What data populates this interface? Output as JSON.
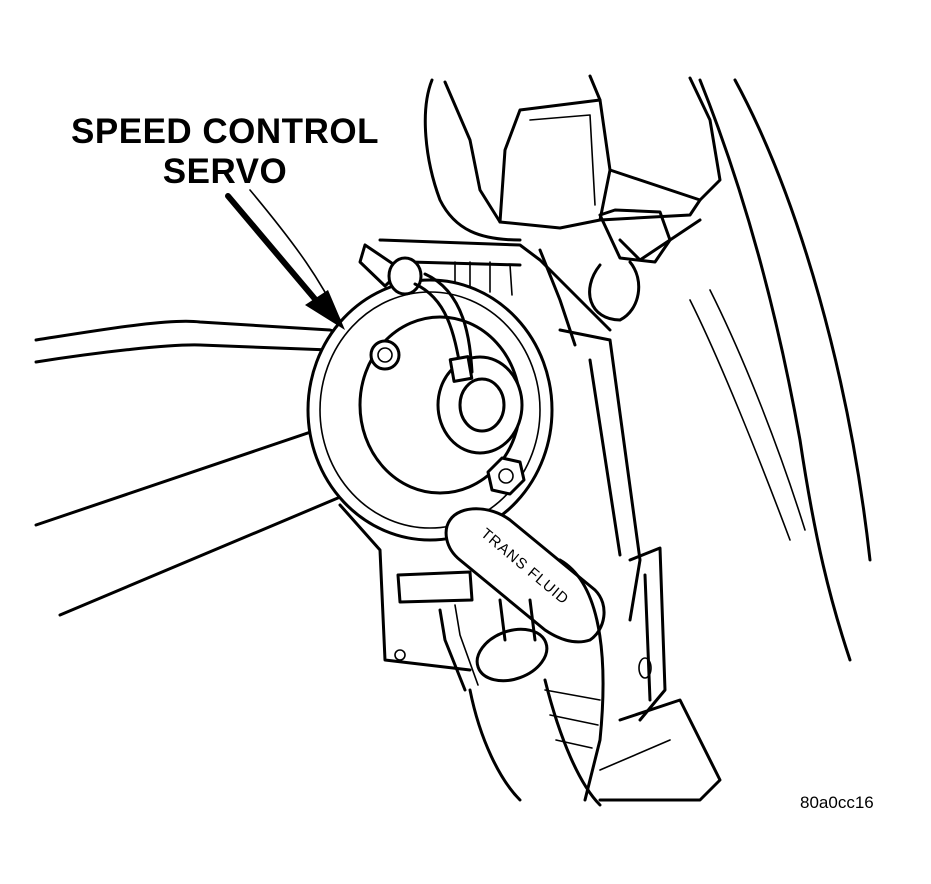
{
  "callout": {
    "line1": "SPEED CONTROL",
    "line2": "SERVO"
  },
  "dipstick_label": "TRANS FLUID",
  "figure_id": "80a0cc16"
}
